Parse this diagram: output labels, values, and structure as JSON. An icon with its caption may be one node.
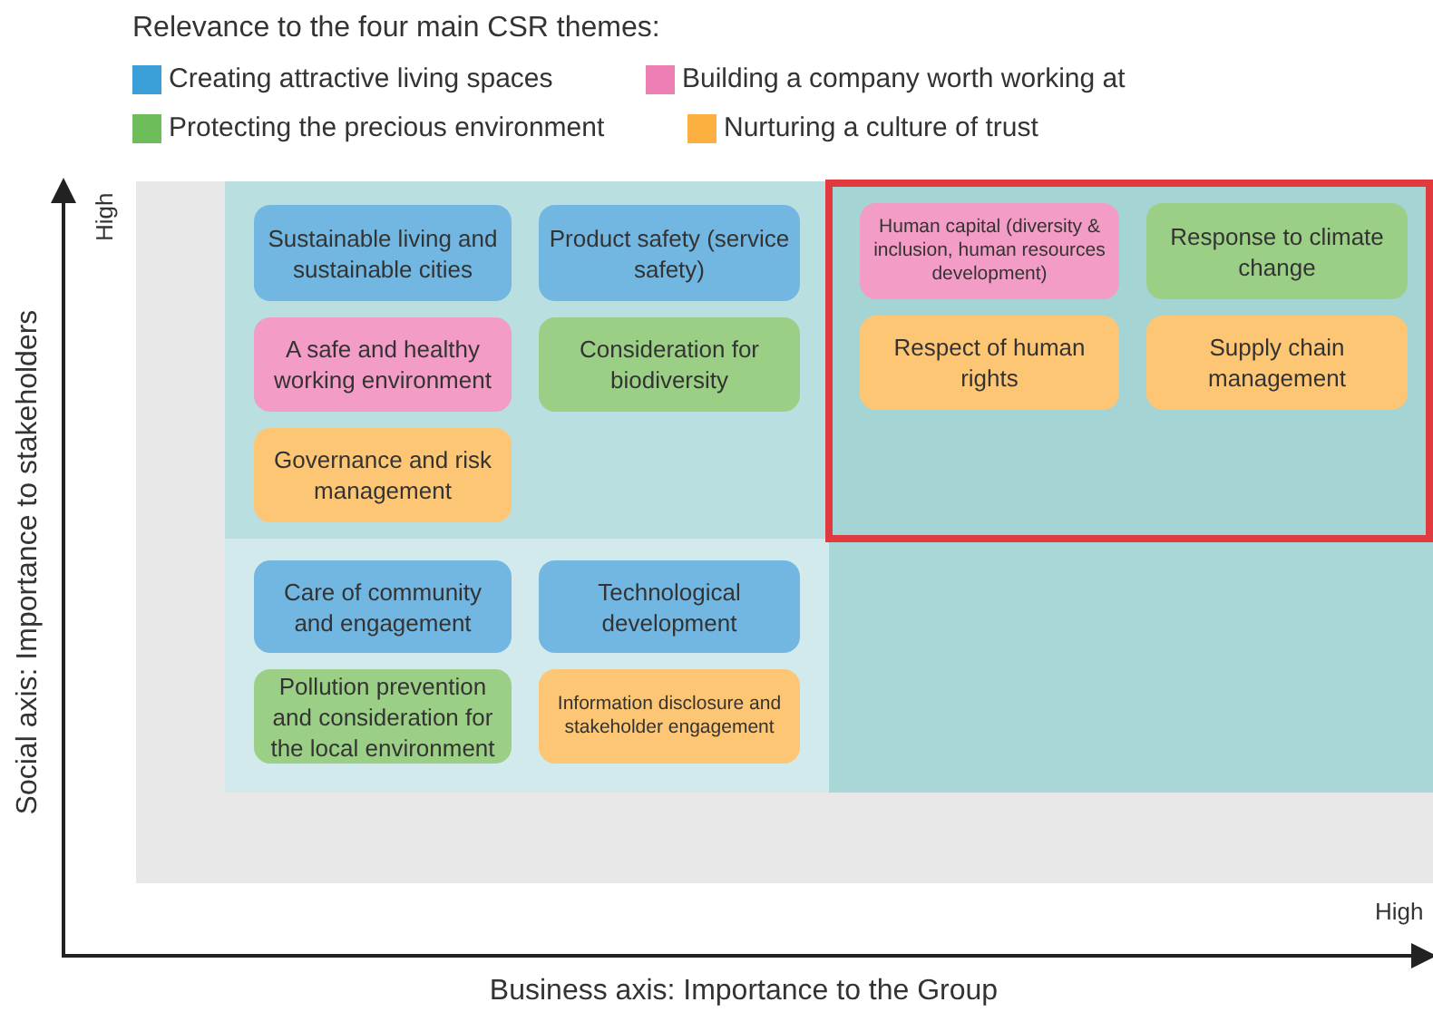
{
  "diagram": {
    "nodes": [
      {
        "text": [
          "Sustainable living and sustainable cities"
        ]
      },
      {
        "text": [
          "Product safety (service safety)"
        ]
      },
      {
        "text": [
          "A safe and healthy working environment"
        ]
      },
      {
        "text": [
          "Consideration for biodiversity"
        ]
      },
      {
        "text": [
          "Governance and risk management"
        ]
      },
      {
        "text": [
          "Human capital (diversity & inclusion, human resources development)"
        ]
      },
      {
        "text": [
          "Response to climate change"
        ]
      },
      {
        "text": [
          "Respect of human rights"
        ]
      },
      {
        "text": [
          "Supply chain management"
        ]
      },
      {
        "text": [
          "Care of community and engagement"
        ]
      },
      {
        "text": [
          "Technological development"
        ]
      },
      {
        "text": [
          "Pollution prevention and consideration for the local environment"
        ]
      },
      {
        "text": [
          "Information disclosure and stakeholder engagement"
        ]
      }
    ],
    "edges": [],
    "labels": [
      "Relevance to the four main CSR themes:",
      "High",
      "Social axis: Importance to stakeholders",
      "High",
      "Business axis: Importance to the Group"
    ],
    "legend": [
      {
        "text": "Creating attractive living spaces",
        "color": "#3b9fd8"
      },
      {
        "text": "Building a company worth working at",
        "color": "#ee7fb4"
      },
      {
        "text": "Protecting the precious environment",
        "color": "#6dbd5a"
      },
      {
        "text": "Nurturing a culture of trust",
        "color": "#fbb040"
      }
    ]
  }
}
